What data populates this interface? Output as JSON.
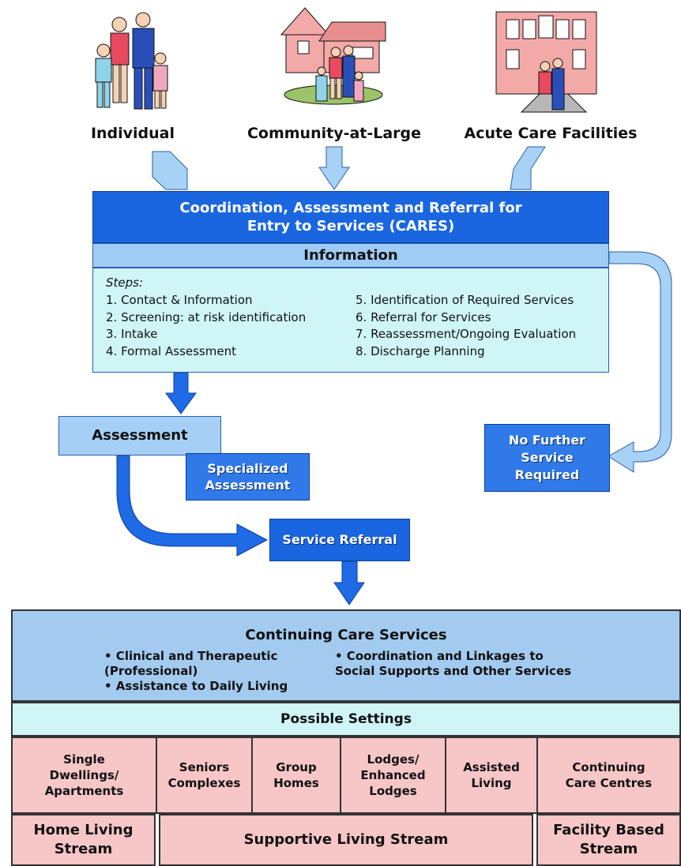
{
  "sources": [
    {
      "label": "Individual"
    },
    {
      "label": "Community-at-Large"
    },
    {
      "label": "Acute Care Facilities"
    }
  ],
  "cares": {
    "title": "Coordination, Assessment and Referral for\nEntry to Services (CARES)",
    "info_label": "Information",
    "steps_heading": "Steps:",
    "steps_left": [
      "1. Contact & Information",
      "2. Screening: at risk identification",
      "3. Intake",
      "4. Formal Assessment"
    ],
    "steps_right": [
      "5. Identification of Required Services",
      "6. Referral for Services",
      "7. Reassessment/Ongoing Evaluation",
      "8. Discharge Planning"
    ]
  },
  "flow": {
    "assessment": "Assessment",
    "specialized": "Specialized\nAssessment",
    "no_further": "No Further\nService\nRequired",
    "service_referral": "Service Referral"
  },
  "continuing_care": {
    "title": "Continuing Care Services",
    "bullet1": "• Clinical and Therapeutic\n   (Professional)",
    "bullet2": "• Assistance to Daily Living",
    "bullet3": "• Coordination and Linkages to\n   Social Supports and Other Services"
  },
  "settings": {
    "title": "Possible Settings",
    "items": [
      "Single\nDwellings/\nApartments",
      "Seniors\nComplexes",
      "Group\nHomes",
      "Lodges/\nEnhanced\nLodges",
      "Assisted\nLiving",
      "Continuing\nCare Centres"
    ]
  },
  "streams": {
    "home": "Home Living\nStream",
    "supportive": "Supportive Living Stream",
    "facility": "Facility Based\nStream"
  },
  "colors": {
    "dark_blue": "#1a66e0",
    "light_blue": "#a3cbf0",
    "pale_cyan": "#cff5f7",
    "pink": "#f7c6c6",
    "arrow_light": "#a8d2f5"
  }
}
